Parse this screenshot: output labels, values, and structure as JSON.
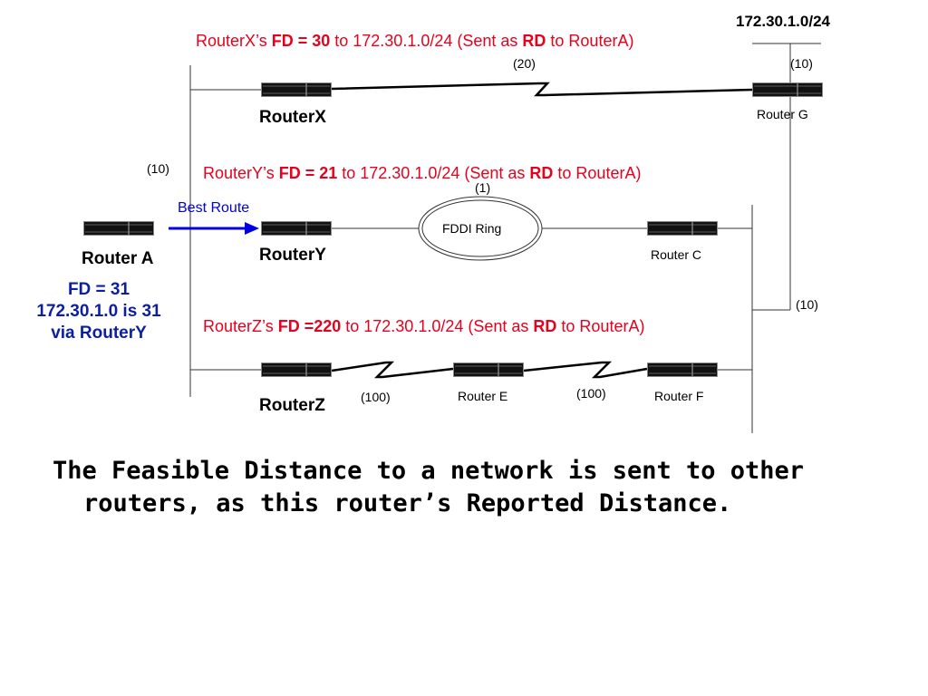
{
  "network": "172.30.1.0/24",
  "annotations": {
    "x": {
      "pre": "RouterX’s ",
      "fd": "FD = 30",
      "mid": " to 172.30.1.0/24 (Sent as ",
      "rd": "RD",
      "post": " to RouterA)"
    },
    "y": {
      "pre": "RouterY’s ",
      "fd": "FD = 21",
      "mid": " to 172.30.1.0/24 (Sent as ",
      "rd": "RD",
      "post": " to RouterA)"
    },
    "z": {
      "pre": "RouterZ’s ",
      "fd": "FD =220",
      "mid": " to 172.30.1.0/24 (Sent as ",
      "rd": "RD",
      "post": " to RouterA)"
    }
  },
  "routers": {
    "router_a": "Router A",
    "router_x": "RouterX",
    "router_y": "RouterY",
    "router_z": "RouterZ",
    "router_g": "Router G",
    "router_c": "Router C",
    "router_e": "Router E",
    "router_f": "Router F"
  },
  "costs": {
    "a_segment": "(10)",
    "x_to_g": "(20)",
    "g_uplink": "(10)",
    "fddi": "(1)",
    "f_uplink": "(10)",
    "z_to_e": "(100)",
    "e_to_f": "(100)"
  },
  "fddi_label": "FDDI Ring",
  "best_route_label": "Best Route",
  "fd_summary": {
    "line1": "FD = 31",
    "line2": "172.30.1.0 is 31",
    "line3": "via RouterY"
  },
  "caption": {
    "line1": "The Feasible Distance to a network is sent to other",
    "line2": "routers, as this router’s Reported Distance."
  },
  "colors": {
    "annotation": "#e8001c",
    "best_route_arrow": "#0000e0",
    "fd_summary": "#0b1fa0"
  }
}
